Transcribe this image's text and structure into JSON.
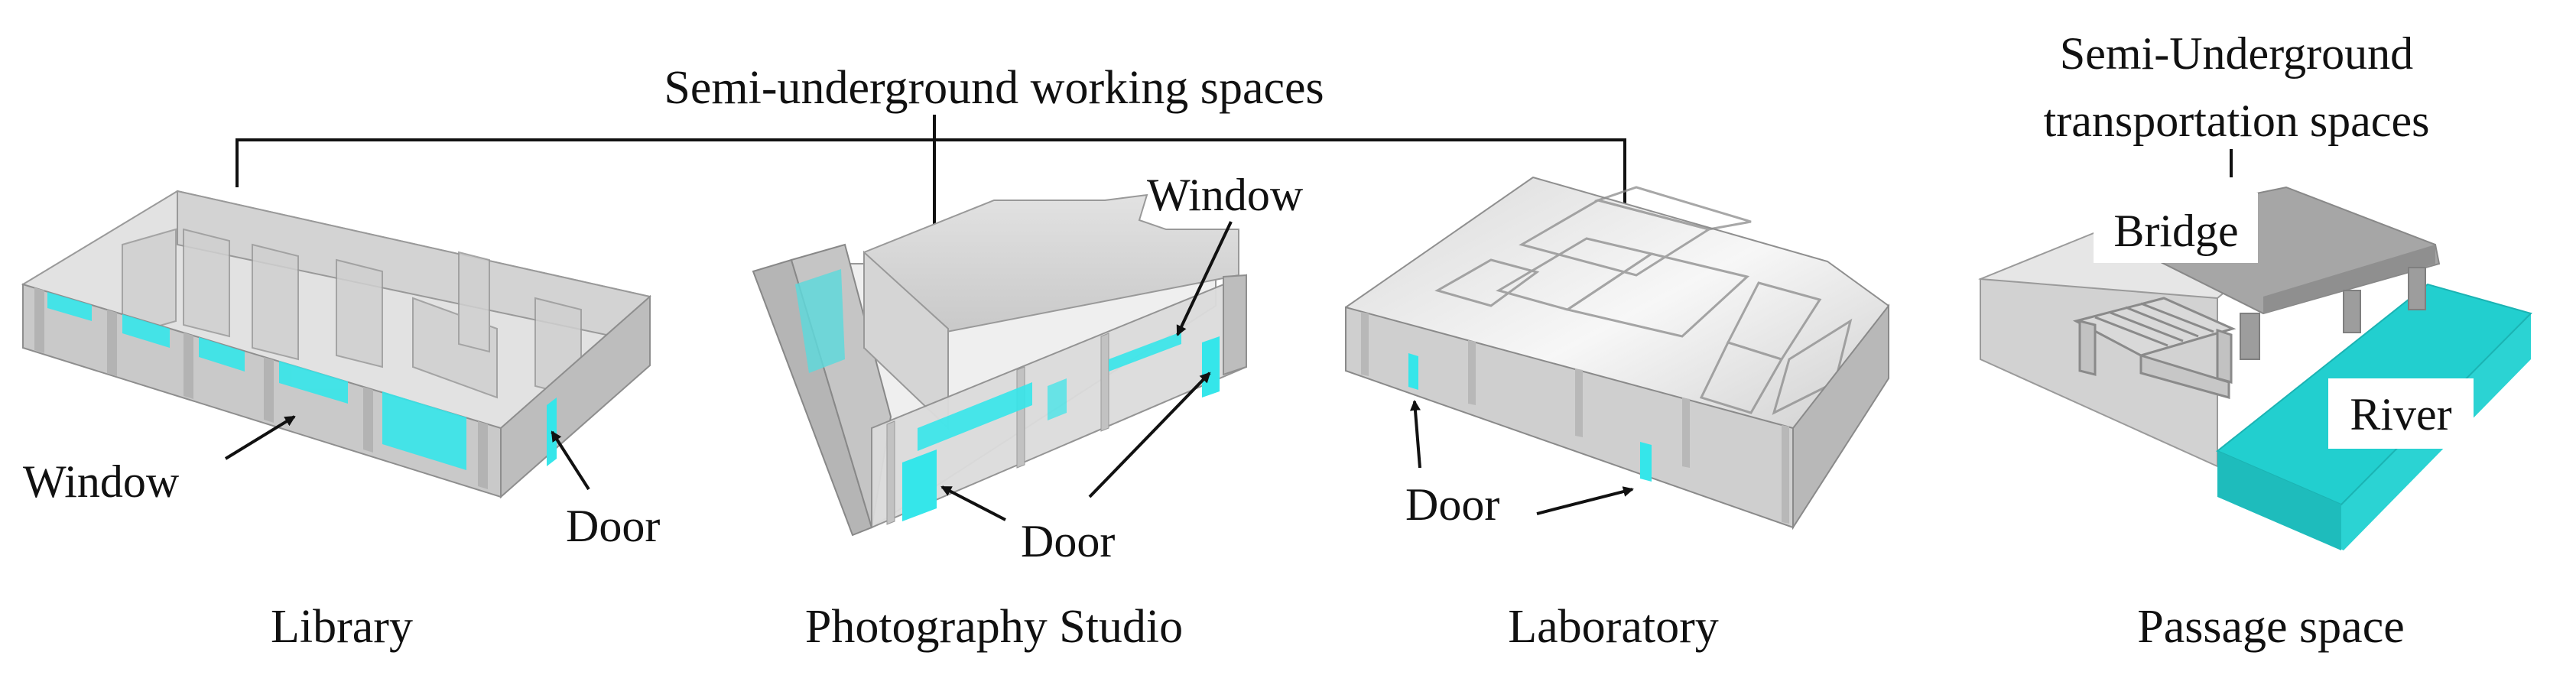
{
  "header": {
    "group_label": "Semi-underground working spaces",
    "transport_label_line1": "Semi-Underground",
    "transport_label_line2": "transportation spaces"
  },
  "panels": {
    "library": {
      "caption": "Library",
      "window_label": "Window",
      "door_label": "Door"
    },
    "studio": {
      "caption": "Photography Studio",
      "window_label": "Window",
      "door_label": "Door"
    },
    "laboratory": {
      "caption": "Laboratory",
      "door_label": "Door"
    },
    "passage": {
      "caption": "Passage space",
      "bridge_label": "Bridge",
      "river_label": "River"
    }
  },
  "colors": {
    "opening": "#35e6ea",
    "wall": "#cfcfcf",
    "wall_dark": "#a9a9a9",
    "floor": "#e6e6e6",
    "river": "#22cfcf",
    "line": "#111111"
  }
}
